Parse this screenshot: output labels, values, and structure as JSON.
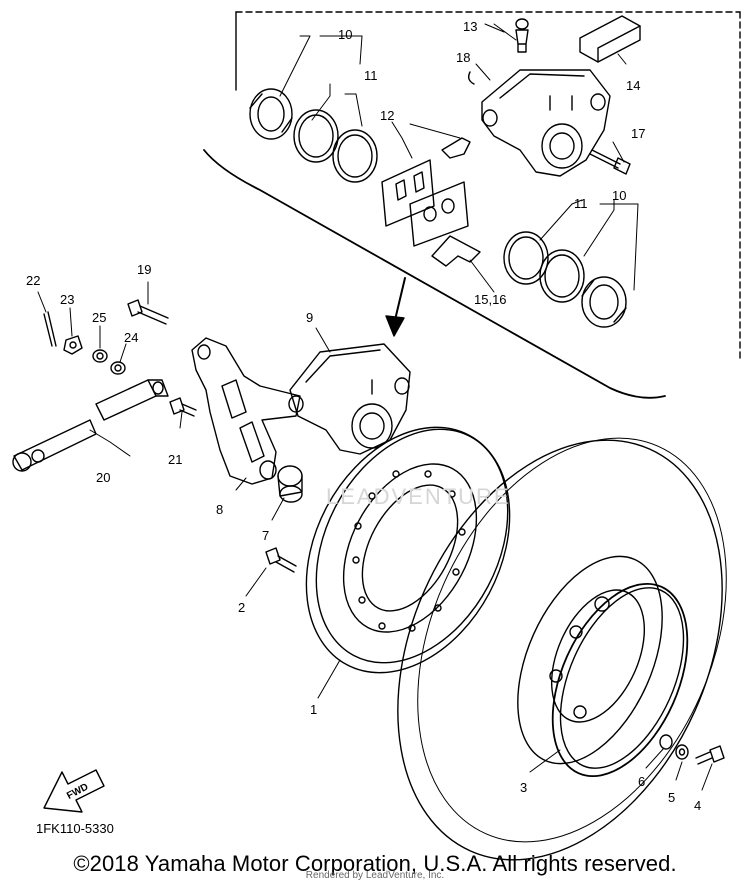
{
  "diagram": {
    "callouts": {
      "c1": "1",
      "c2": "2",
      "c3": "3",
      "c4": "4",
      "c5": "5",
      "c6": "6",
      "c7": "7",
      "c8": "8",
      "c9": "9",
      "c10a": "10",
      "c10b": "10",
      "c11a": "11",
      "c11b": "11",
      "c12": "12",
      "c13": "13",
      "c14": "14",
      "c15": "15,16",
      "c17": "17",
      "c18": "18",
      "c19": "19",
      "c20": "20",
      "c21": "21",
      "c22": "22",
      "c23": "23",
      "c24": "24",
      "c25": "25"
    },
    "fwd_label": "FWD",
    "part_code": "1FK110-5330",
    "watermark_center": "LEADVENTURE",
    "copyright": "©2018 Yamaha Motor Corporation, U.S.A. All rights reserved.",
    "rendered_by": "Rendered by LeadVenture, Inc."
  }
}
